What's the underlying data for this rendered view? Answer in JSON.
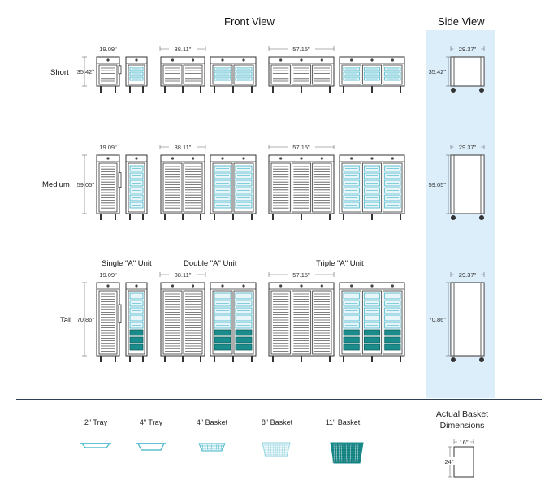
{
  "headings": {
    "front_view": "Front View",
    "side_view": "Side View"
  },
  "rows": [
    {
      "label": "Short",
      "height": "35.42\""
    },
    {
      "label": "Medium",
      "height": "59.05\""
    },
    {
      "label": "Tall",
      "height": "70.86\""
    }
  ],
  "unit_labels": {
    "single": "Single \"A\" Unit",
    "double": "Double \"A\" Unit",
    "triple": "Triple \"A\" Unit"
  },
  "widths": {
    "single": "19.09\"",
    "double": "38.11\"",
    "triple": "57.15\"",
    "side_depth": "29.37\""
  },
  "legend": [
    {
      "label": "2\" Tray",
      "icon": "tray-2-icon"
    },
    {
      "label": "4\" Tray",
      "icon": "tray-4-icon"
    },
    {
      "label": "4\" Basket",
      "icon": "basket-4-icon"
    },
    {
      "label": "8\" Basket",
      "icon": "basket-8-icon"
    },
    {
      "label": "11\" Basket",
      "icon": "basket-11-icon"
    }
  ],
  "basket_dims": {
    "title_line1": "Actual Basket",
    "title_line2": "Dimensions",
    "width": "16\"",
    "height": "24\""
  },
  "colors": {
    "side_panel_bg": "#dceefa",
    "divider": "#2d3e55",
    "basket_light": "#3fb3c8",
    "basket_dark": "#1a8c8c",
    "outline": "#333333"
  }
}
